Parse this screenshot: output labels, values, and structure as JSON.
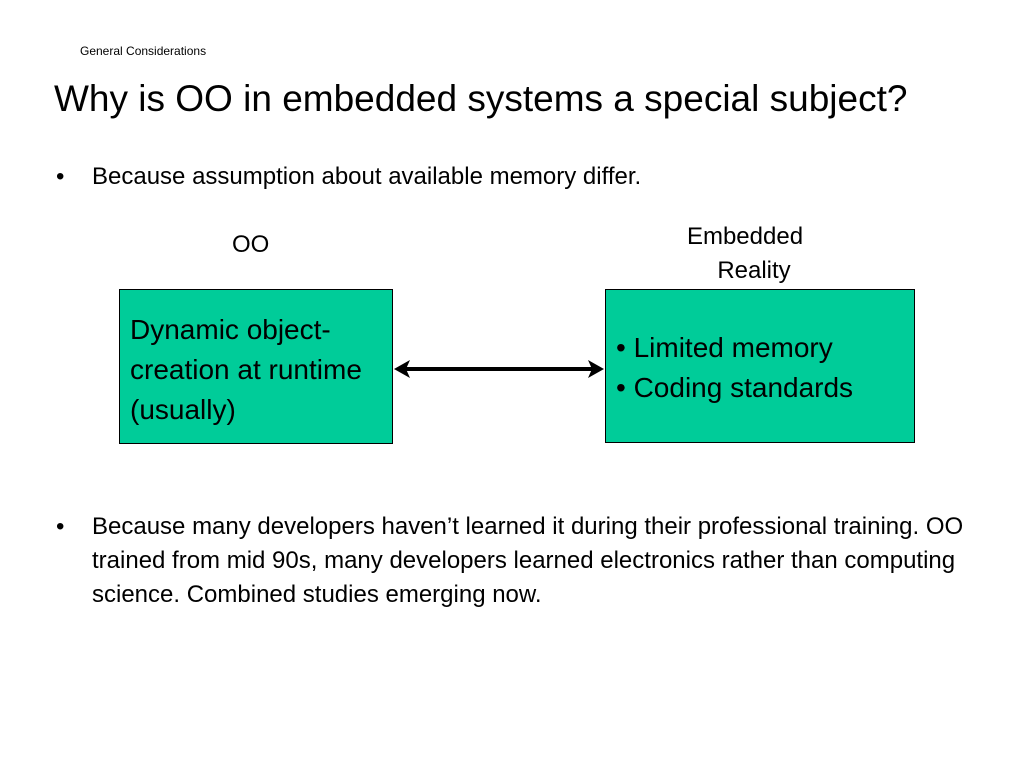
{
  "header": {
    "section": "General Considerations",
    "title": "Why is OO in embedded systems a special subject?"
  },
  "bullets": [
    {
      "marker": "•",
      "text": "Because assumption about available memory differ."
    },
    {
      "marker": "•",
      "text": "Because many developers haven’t learned it during their professional training. OO trained from mid 90s, many developers learned electronics rather than computing science. Combined studies emerging now."
    }
  ],
  "diagram": {
    "left_label": "OO",
    "right_label_line1": "Embedded",
    "right_label_line2": "Reality",
    "left_box_text": "Dynamic object-creation at runtime (usually)",
    "right_box_items": [
      "• Limited memory",
      "• Coding standards"
    ],
    "box_color": "#00cc99",
    "arrow_type": "double-headed"
  }
}
